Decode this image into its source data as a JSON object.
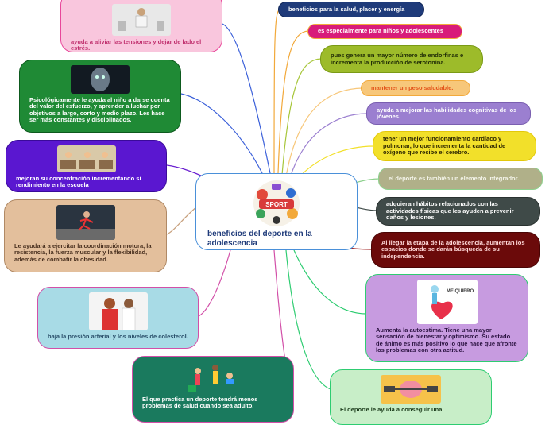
{
  "center": {
    "title": "beneficios del deporte en la adolescencia",
    "logo_text": "SPORT"
  },
  "left": [
    {
      "text": "ayuda a aliviar las tensiones y dejar de lado el estrés."
    },
    {
      "text": "Psicológicamente le ayuda al niño a darse cuenta del valor del esfuerzo, y aprender a luchar por objetivos a largo, corto y medio plazo. Les hace ser más constantes y disciplinados."
    },
    {
      "text": "mejoran su concentración incrementando si rendimiento en la escuela"
    },
    {
      "text": "Le ayudará a ejercitar la coordinación motora, la resistencia, la fuerza muscular y la flexibilidad, además de combatir la obesidad."
    },
    {
      "text": "baja la presión arterial y los niveles de colesterol."
    },
    {
      "text": "El que practica un deporte tendrá menos problemas de salud cuando sea adulto."
    }
  ],
  "right": [
    {
      "text": "beneficios para la salud, placer y energía"
    },
    {
      "text": "es especialmente para niños y adolescentes"
    },
    {
      "text": "pues genera un mayor número de endorfinas e incrementa la producción de serotonina."
    },
    {
      "text": "mantener un peso saludable."
    },
    {
      "text": "ayuda a mejorar las habilidades cognitivas de los jóvenes."
    },
    {
      "text": "tener un mejor funcionamiento cardíaco y pulmonar, lo que incrementa la cantidad de oxígeno que recibe el cerebro."
    },
    {
      "text": "el deporte es también un elemento integrador."
    },
    {
      "text": "adquieran hábitos relacionados con las actividades físicas que les ayuden a prevenir daños y lesiones."
    },
    {
      "text": "Al llegar la etapa de la adolescencia, aumentan los espacios donde se darán búsqueda de su independencia."
    },
    {
      "text": "Aumenta la autoestima. Tiene una mayor sensación de bienestar y optimismo. Su estado de ánimo es más positivo lo que hace que afronte los problemas con otra actitud.",
      "image_text": "ME QUIERO"
    },
    {
      "text": "El deporte le ayuda a conseguir una"
    }
  ],
  "colors": {
    "c1": "#e8479a",
    "c2": "#1a7a2e",
    "c3": "#6a1fd0",
    "c4": "#c79f7b",
    "c5": "#d24fa8",
    "c6": "#d24fa8",
    "r1": "#1f3b7a",
    "r2": "#d81b7a",
    "r3": "#9dbb2a",
    "r4": "#f7c77a",
    "r5": "#9b7fd0",
    "r6": "#f2e02a",
    "r7": "#b0b089",
    "r8": "#3f4a48",
    "r9": "#6b0a0a",
    "r10": "#c79be0",
    "r11": "#8ed18e"
  }
}
